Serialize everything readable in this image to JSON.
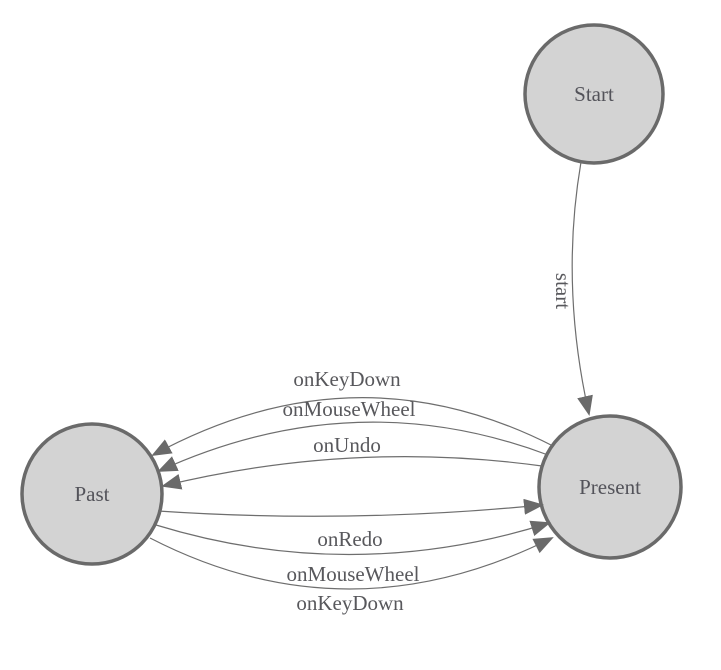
{
  "diagram": {
    "kind": "state-machine-diagram",
    "colors": {
      "background": "#ffffff",
      "node_fill": "#d3d3d3",
      "node_border": "#6a6a6a",
      "edge_line": "#6e6e6e",
      "arrowhead": "#6a6a6a",
      "label_text": "#58585c"
    },
    "nodes": [
      {
        "id": "start",
        "label": "Start"
      },
      {
        "id": "present",
        "label": "Present"
      },
      {
        "id": "past",
        "label": "Past"
      }
    ],
    "edges": [
      {
        "from": "start",
        "to": "present",
        "label": "start"
      },
      {
        "from": "present",
        "to": "past",
        "label": "onKeyDown"
      },
      {
        "from": "present",
        "to": "past",
        "label": "onMouseWheel"
      },
      {
        "from": "present",
        "to": "past",
        "label": "onUndo"
      },
      {
        "from": "past",
        "to": "present",
        "label": "onRedo"
      },
      {
        "from": "past",
        "to": "present",
        "label": "onMouseWheel"
      },
      {
        "from": "past",
        "to": "present",
        "label": "onKeyDown"
      }
    ]
  }
}
